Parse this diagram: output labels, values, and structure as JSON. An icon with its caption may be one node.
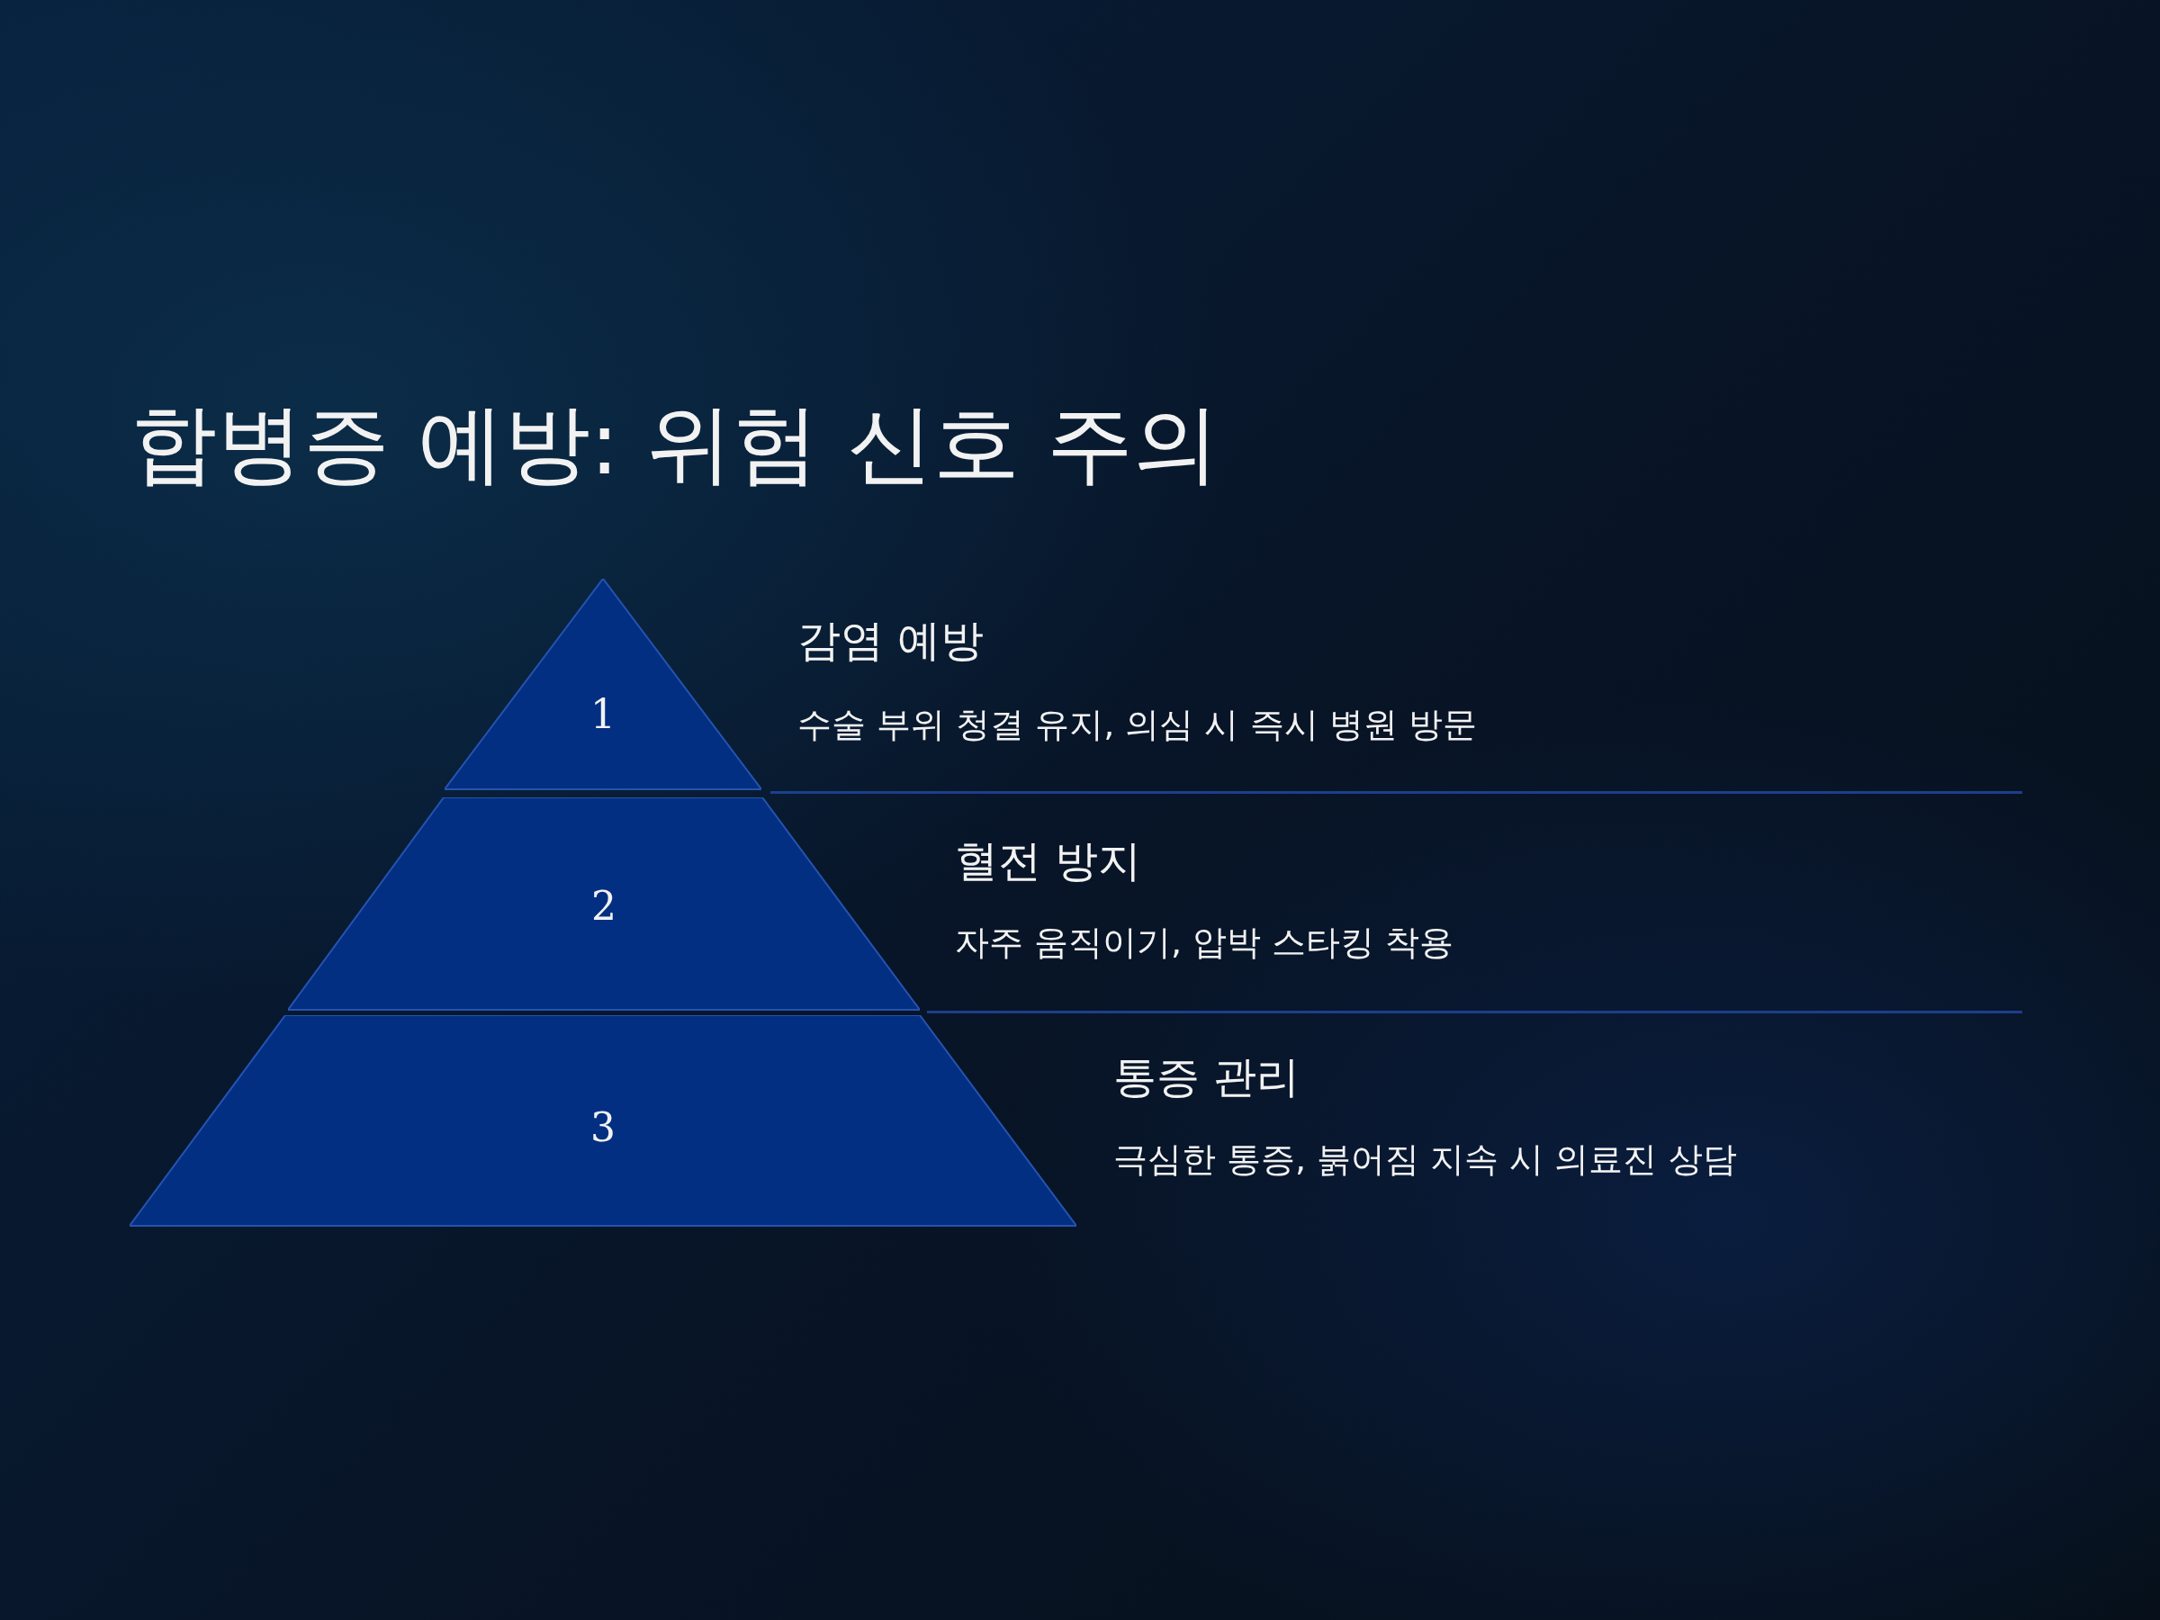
{
  "diagram": {
    "title": "합병증 예방: 위험 신호 주의",
    "nodes": [
      {
        "text": [
          "1"
        ],
        "beside": [
          "감염 예방",
          "수술 부위 청결 유지, 의심 시 즉시 병원 방문"
        ]
      },
      {
        "text": [
          "2"
        ],
        "beside": [
          "혈전 방지",
          "자주 움직이기, 압박 스타킹 착용"
        ]
      },
      {
        "text": [
          "3"
        ],
        "beside": [
          "통증 관리",
          "극심한 통증, 붉어짐 지속 시 의료진 상담"
        ]
      }
    ],
    "edges": []
  }
}
